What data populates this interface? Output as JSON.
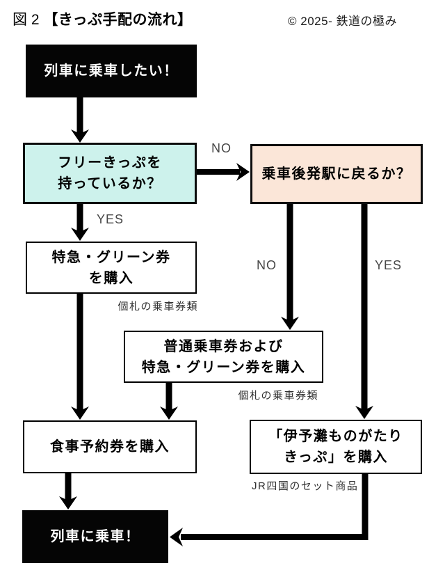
{
  "header": {
    "title_prefix": "図 2 ",
    "title_main": "【きっぷ手配の流れ】",
    "copyright": "© 2025- 鉄道の極み"
  },
  "flowchart": {
    "start": {
      "label": "列車に乗車したい！"
    },
    "free_pass_question": {
      "label": "フリーきっぷを\n持っているか？",
      "fill": "#cdf2ec"
    },
    "return_question": {
      "label": "乗車後発駅に戻るか？",
      "fill": "#fbe6d8"
    },
    "buy_express": {
      "label": "特急・グリーン券\nを購入",
      "note": "個札の乗車券類"
    },
    "buy_basic_and_express": {
      "label": "普通乗車券および\n特急・グリーン券を購入",
      "note": "個札の乗車券類"
    },
    "buy_meal_ticket": {
      "label": "食事予約券を購入"
    },
    "buy_iyonada_ticket": {
      "label": "「伊予灘ものがたり\nきっぷ」を購入",
      "note": "JR四国のセット商品"
    },
    "end": {
      "label": "列車に乗車！"
    },
    "edge_labels": {
      "free_pass_no": "NO",
      "free_pass_yes": "YES",
      "return_no": "NO",
      "return_yes": "YES"
    },
    "colors": {
      "terminal_fill": "#050505",
      "terminal_text": "#ffffff",
      "process_fill": "#ffffff",
      "line": "#000000"
    }
  }
}
